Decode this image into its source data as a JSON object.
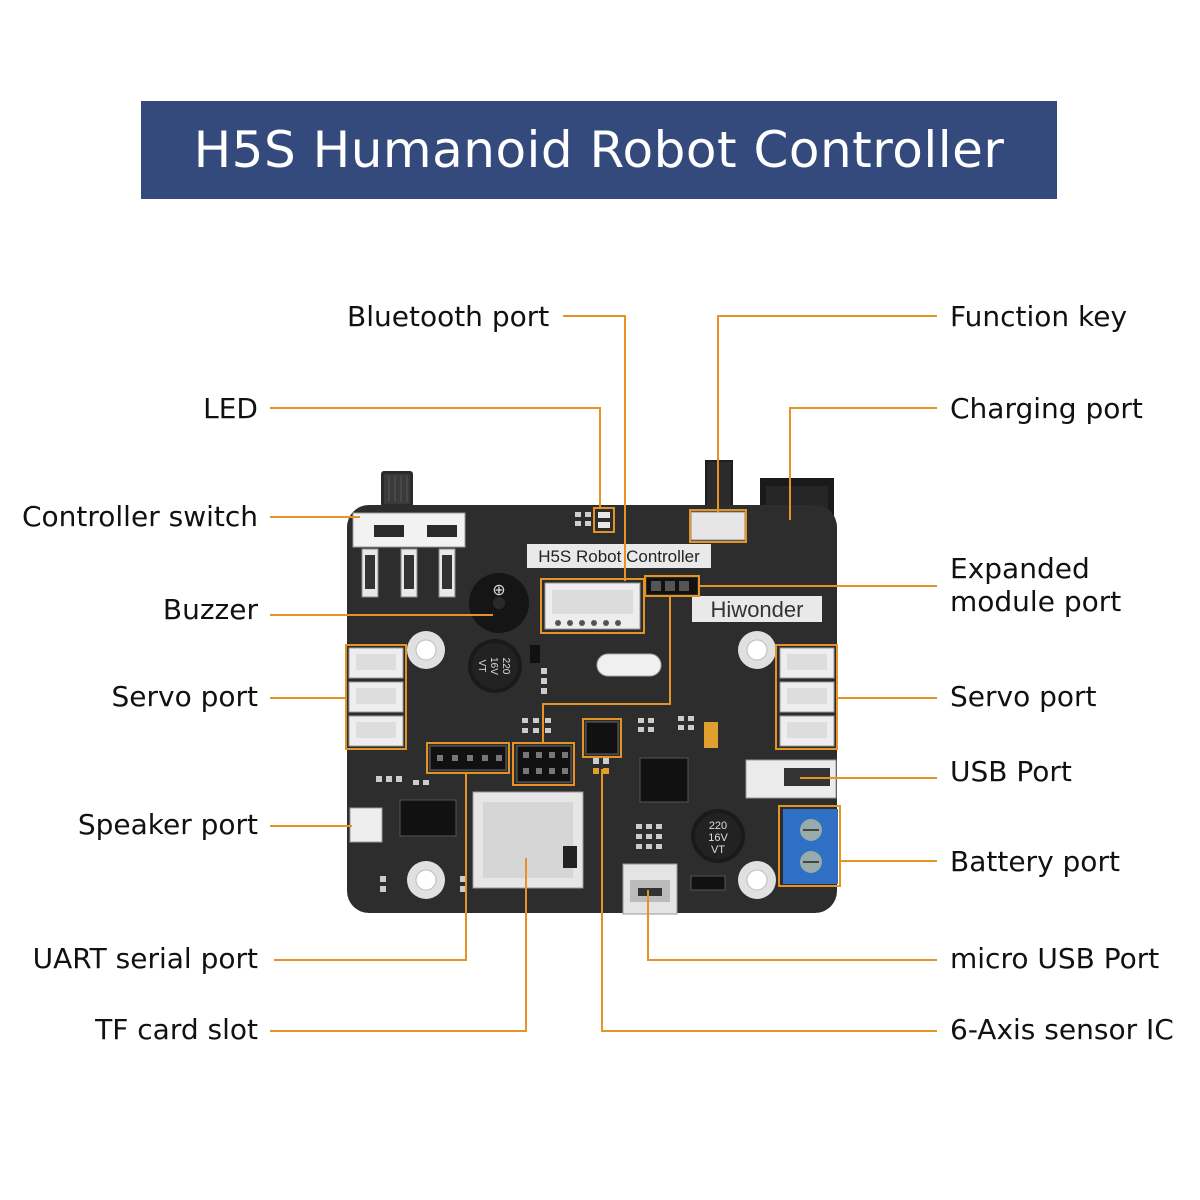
{
  "title": "H5S Humanoid Robot Controller",
  "board": {
    "silkscreen": "H5S Robot Controller",
    "brand": "Hiwonder",
    "capacitor_value": "220",
    "capacitor_voltage": "16V",
    "capacitor_code": "VT"
  },
  "labels": {
    "bluetooth_port": "Bluetooth port",
    "function_key": "Function key",
    "led": "LED",
    "charging_port": "Charging port",
    "controller_switch": "Controller switch",
    "buzzer": "Buzzer",
    "expanded_module_port": "Expanded\nmodule port",
    "servo_port_left": "Servo port",
    "servo_port_right": "Servo port",
    "usb_port": "USB Port",
    "speaker_port": "Speaker port",
    "battery_port": "Battery port",
    "uart_serial_port": "UART serial port",
    "micro_usb_port": "micro USB Port",
    "tf_card_slot": "TF card slot",
    "six_axis_sensor_ic": "6-Axis sensor IC"
  },
  "colors": {
    "banner": "#344a7d",
    "leader": "#e39425",
    "pcb": "#2d2d2d",
    "terminal": "#2f6fc4"
  }
}
